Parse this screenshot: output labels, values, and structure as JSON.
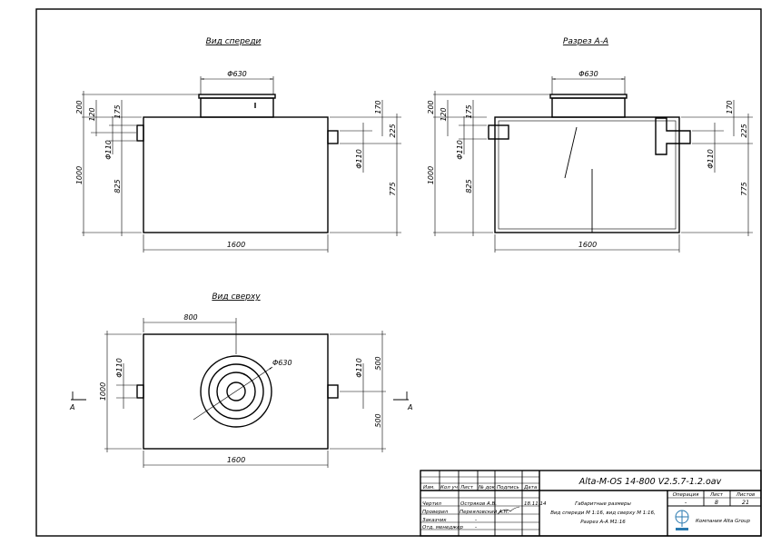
{
  "views": {
    "front": {
      "title": "Вид спереди",
      "dims": {
        "lid_diameter": "Φ630",
        "width": "1600",
        "lid_height": "200",
        "total_height": "1000",
        "inlet_top": "120",
        "inlet_offset": "175",
        "inlet_diameter": "Φ110",
        "inlet_height": "825",
        "outlet_top": "170",
        "outlet_offset": "225",
        "outlet_diameter": "Φ110",
        "outlet_height": "775"
      }
    },
    "section": {
      "title": "Разрез А-А",
      "dims": {
        "lid_diameter": "Φ630",
        "width": "1600",
        "lid_height": "200",
        "total_height": "1000",
        "inlet_top": "120",
        "inlet_offset": "175",
        "inlet_diameter": "Φ110",
        "inlet_height": "825",
        "outlet_top": "170",
        "outlet_offset": "225",
        "outlet_diameter": "Φ110",
        "outlet_height": "775"
      }
    },
    "top": {
      "title": "Вид сверху",
      "dims": {
        "half_width": "800",
        "lid_diameter": "Φ630",
        "width": "1600",
        "depth": "1000",
        "inlet_diameter": "Φ110",
        "outlet_diameter": "Φ110",
        "half_depth_top": "500",
        "half_depth_bottom": "500"
      },
      "section_mark_left": "А",
      "section_mark_right": "А"
    }
  },
  "title_block": {
    "document_code": "Alta-M-OS 14-800 V2.5.7-1.2.oav",
    "headers": [
      "Изм.",
      "Кол уч",
      "Лист",
      "№ док",
      "Подпись",
      "Дата"
    ],
    "rows": [
      {
        "role": "Чертил",
        "name": "Остряков А.В.",
        "date": "18.11.14"
      },
      {
        "role": "Проверил",
        "name": "Переяловский А.Н.",
        "date": ""
      },
      {
        "role": "Заказчик",
        "name": "-",
        "date": ""
      },
      {
        "role": "Отд. менеджер",
        "name": "-",
        "date": ""
      }
    ],
    "description": [
      "Габаритные размеры",
      "Вид спереди М 1:16, вид сверху М 1:16,",
      "Разрез А-А М1:16"
    ],
    "operation_label": "Операция",
    "sheet_label": "Лист",
    "sheets_label": "Листов",
    "operation": "-",
    "sheet": "8",
    "sheets": "21",
    "company": "Компания Alta Group"
  }
}
